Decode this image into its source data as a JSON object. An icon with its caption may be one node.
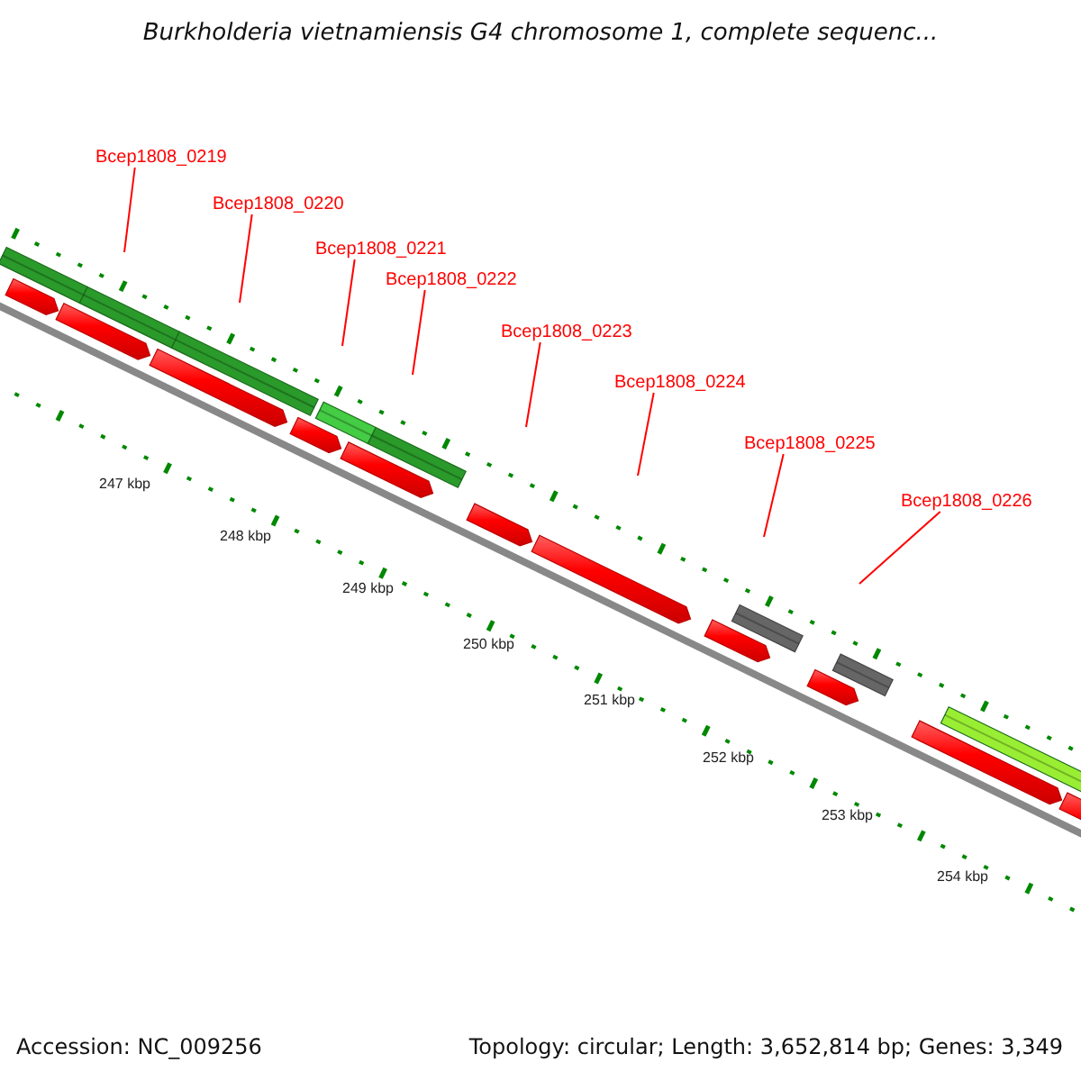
{
  "diagram": {
    "title": "Burkholderia vietnamiensis G4 chromosome 1, complete sequenc...",
    "nodes": [
      {
        "text": [
          "Bcep1808_0219"
        ]
      },
      {
        "text": [
          "Bcep1808_0220"
        ]
      },
      {
        "text": [
          "Bcep1808_0221"
        ]
      },
      {
        "text": [
          "Bcep1808_0222"
        ]
      },
      {
        "text": [
          "Bcep1808_0223"
        ]
      },
      {
        "text": [
          "Bcep1808_0224"
        ]
      },
      {
        "text": [
          "Bcep1808_0225"
        ]
      },
      {
        "text": [
          "Bcep1808_0226"
        ]
      }
    ],
    "edges": [
      {
        "from": 0,
        "to": null,
        "arrow": "none"
      },
      {
        "from": 1,
        "to": null,
        "arrow": "none"
      },
      {
        "from": 2,
        "to": null,
        "arrow": "none"
      },
      {
        "from": 3,
        "to": null,
        "arrow": "none"
      },
      {
        "from": 4,
        "to": null,
        "arrow": "none"
      },
      {
        "from": 5,
        "to": null,
        "arrow": "none"
      },
      {
        "from": 6,
        "to": null,
        "arrow": "none"
      },
      {
        "from": 7,
        "to": null,
        "arrow": "none"
      }
    ],
    "labels": [
      "247 kbp",
      "248 kbp",
      "249 kbp",
      "250 kbp",
      "251 kbp",
      "252 kbp",
      "253 kbp",
      "254 kbp",
      "Accession: NC_009256",
      "Topology: circular; Length: 3,652,814 bp; Genes: 3,349"
    ]
  }
}
